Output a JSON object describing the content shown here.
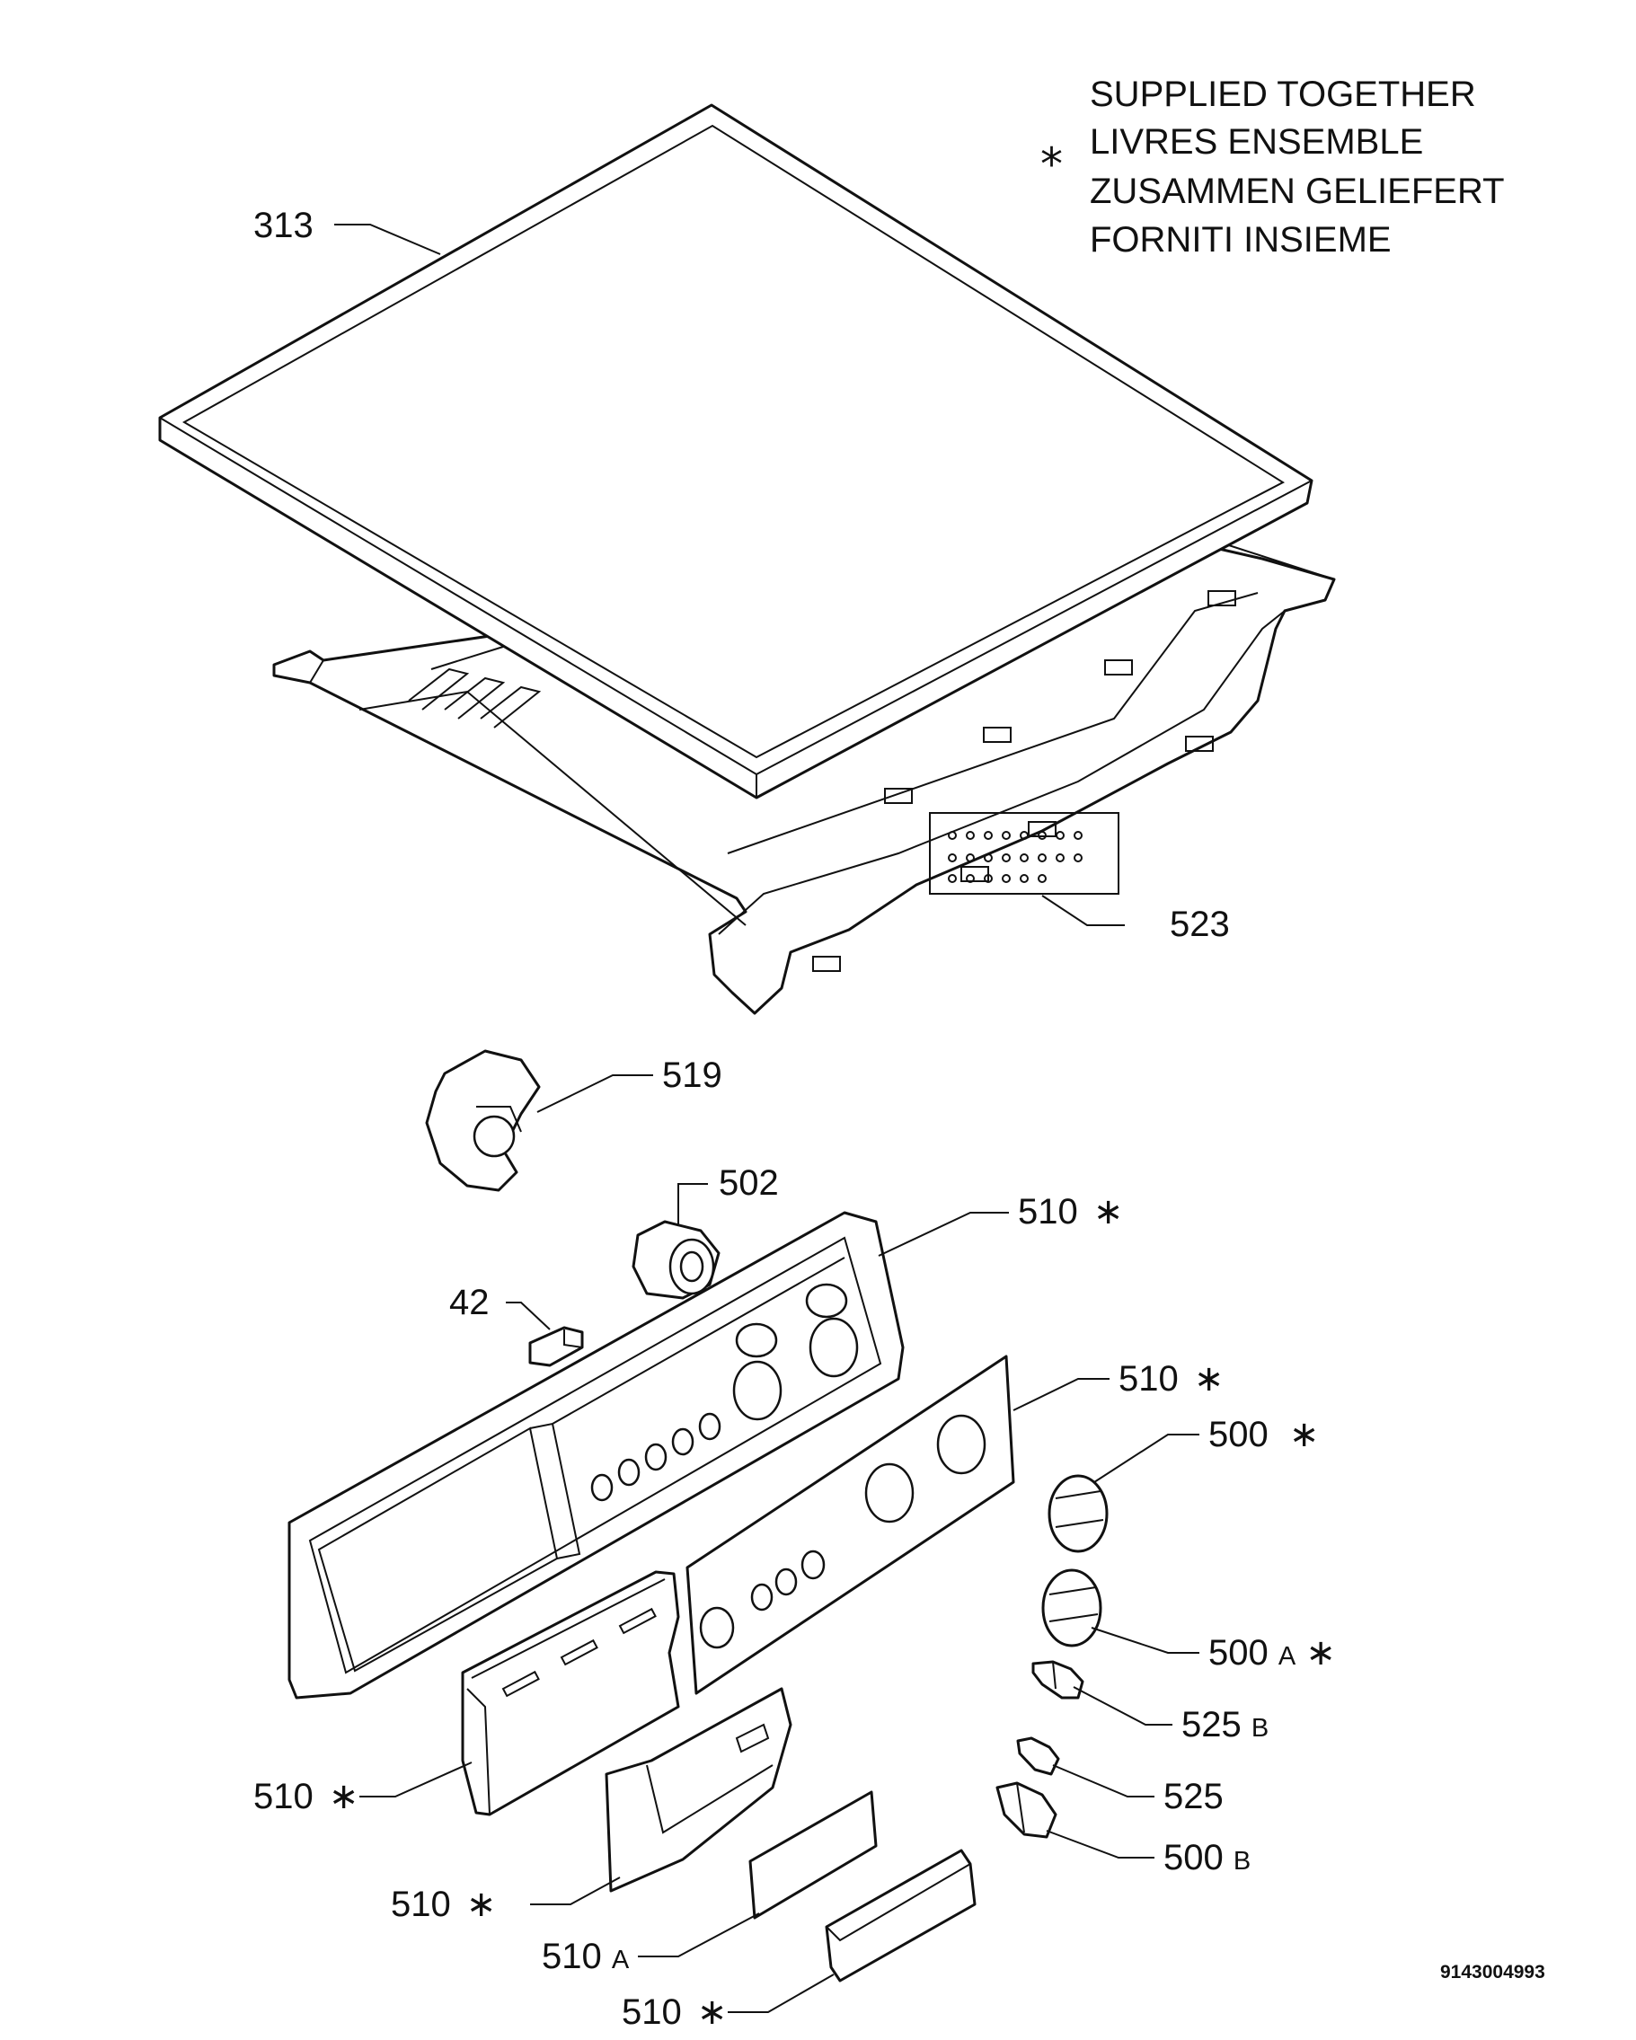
{
  "legend": {
    "symbol": "*",
    "lines": [
      "SUPPLIED TOGETHER",
      "LIVRES ENSEMBLE",
      "ZUSAMMEN GELIEFERT",
      "FORNITI INSIEME"
    ]
  },
  "callouts": [
    {
      "id": "313",
      "main": "313",
      "suffix": "",
      "star": false
    },
    {
      "id": "523",
      "main": "523",
      "suffix": "",
      "star": false
    },
    {
      "id": "519",
      "main": "519",
      "suffix": "",
      "star": false
    },
    {
      "id": "502",
      "main": "502",
      "suffix": "",
      "star": false
    },
    {
      "id": "510-panel",
      "main": "510",
      "suffix": "",
      "star": true
    },
    {
      "id": "42",
      "main": "42",
      "suffix": "",
      "star": false
    },
    {
      "id": "510-fascia",
      "main": "510",
      "suffix": "",
      "star": true
    },
    {
      "id": "500",
      "main": "500",
      "suffix": "",
      "star": true
    },
    {
      "id": "500A",
      "main": "500",
      "suffix": "A",
      "star": true
    },
    {
      "id": "525B",
      "main": "525",
      "suffix": "B",
      "star": false
    },
    {
      "id": "525",
      "main": "525",
      "suffix": "",
      "star": false
    },
    {
      "id": "500B",
      "main": "500",
      "suffix": "B",
      "star": false
    },
    {
      "id": "510-drawer",
      "main": "510",
      "suffix": "",
      "star": true
    },
    {
      "id": "510-handle",
      "main": "510",
      "suffix": "",
      "star": true
    },
    {
      "id": "510A",
      "main": "510",
      "suffix": "A",
      "star": false
    },
    {
      "id": "510-cap",
      "main": "510",
      "suffix": "",
      "star": true
    }
  ],
  "code": "9143004993"
}
